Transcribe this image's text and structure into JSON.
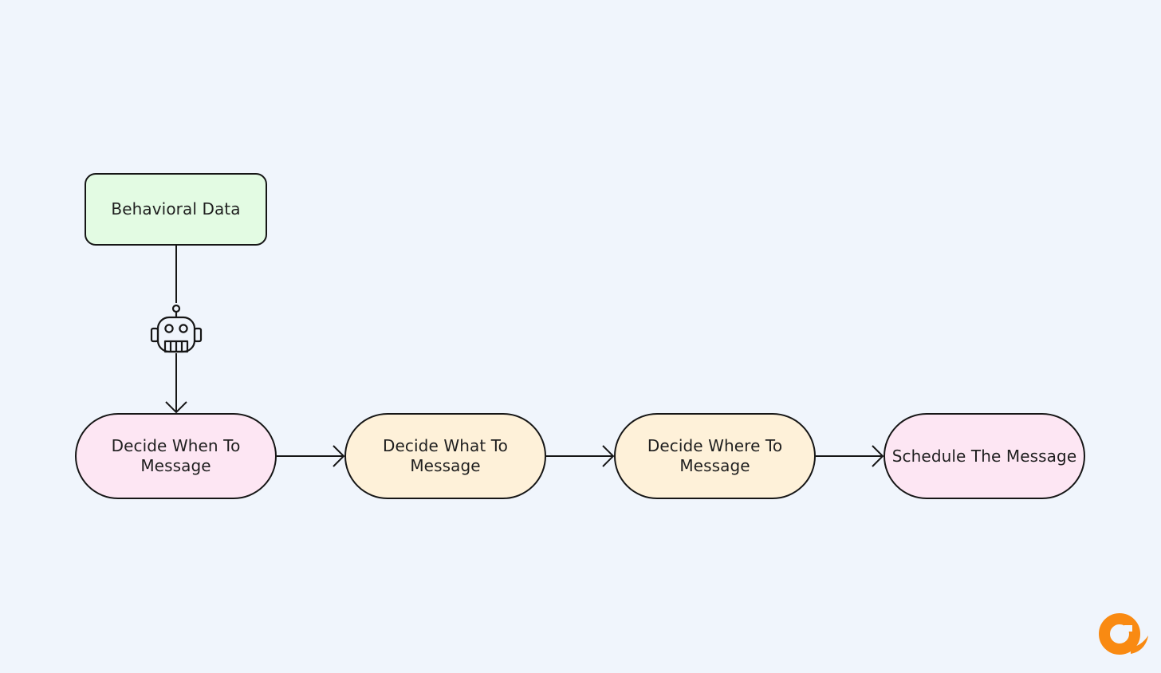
{
  "colors": {
    "background": "#f0f5fc",
    "stroke": "#161616",
    "green_fill": "#e3fbe3",
    "pink_fill": "#fde6f3",
    "yellow_fill": "#fef1d9",
    "logo_orange": "#f98a12"
  },
  "icons": {
    "robot": "robot-icon",
    "logo": "brand-logo-icon"
  },
  "nodes": {
    "behavioral_data": {
      "label": "Behavioral Data"
    },
    "decide_when": {
      "line1": "Decide When To",
      "line2": "Message"
    },
    "decide_what": {
      "line1": "Decide What To",
      "line2": "Message"
    },
    "decide_where": {
      "line1": "Decide Where To",
      "line2": "Message"
    },
    "schedule": {
      "label": "Schedule The Message"
    }
  }
}
